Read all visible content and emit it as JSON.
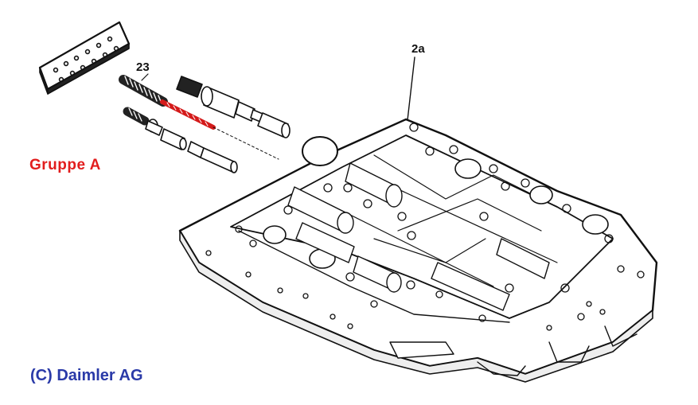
{
  "labels": {
    "group": "Gruppe A",
    "copyright": "(C) Daimler AG"
  },
  "callouts": {
    "part_23": "23",
    "part_2a": "2a"
  },
  "colors": {
    "group_label": "#e21d1d",
    "copyright_label": "#2a3aa8",
    "highlighted_spring": "#d41a1a",
    "linework": "#111111"
  }
}
